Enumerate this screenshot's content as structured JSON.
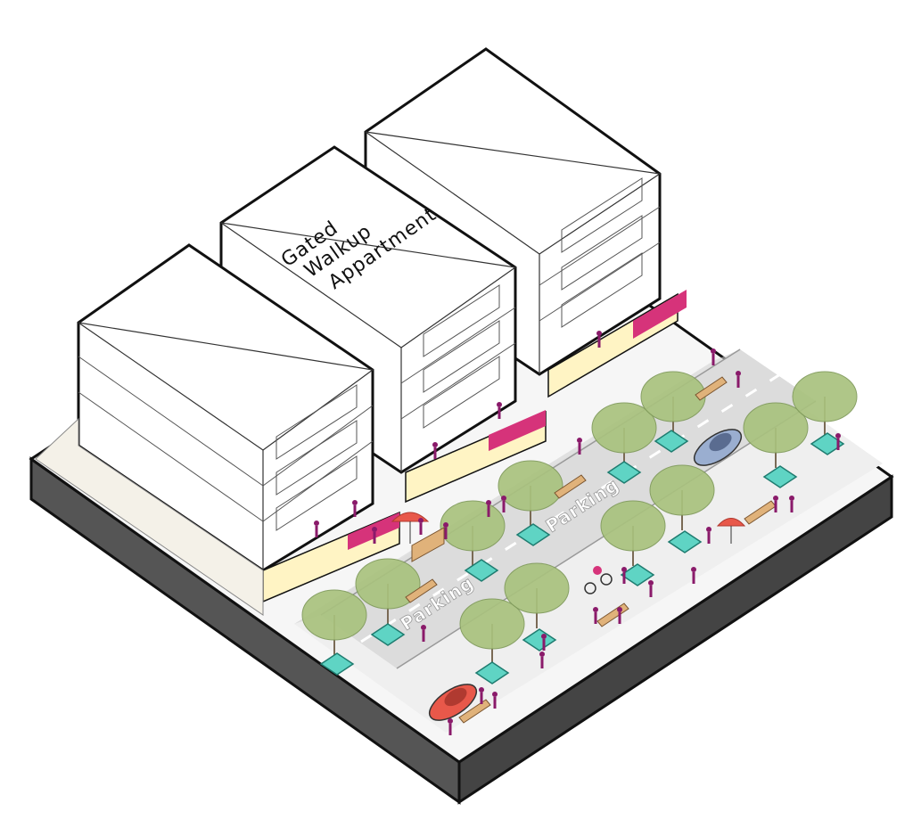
{
  "labels": {
    "building_line1": "Gated",
    "building_line2": "Walkup",
    "building_line3": "Appartment",
    "parking_left": "Parking",
    "parking_center": "Parking"
  },
  "colors": {
    "base_dark": "#4a4a4a",
    "sidewalk": "#f2f2f2",
    "road": "#e2e2e2",
    "building": "#ffffff",
    "shop_glow": "#fff4c4",
    "awning": "#d6337a",
    "planter": "#5fd4c4",
    "tree": "#a9c27e",
    "person": "#8a1a6a",
    "bench": "#e0b27a",
    "car_blue": "#9aaed0",
    "car_red": "#e8584a"
  },
  "icons": [
    "tree-icon",
    "planter-icon",
    "bench-icon",
    "person-icon",
    "car-icon",
    "bicycle-icon",
    "umbrella-icon",
    "food-cart-icon"
  ]
}
